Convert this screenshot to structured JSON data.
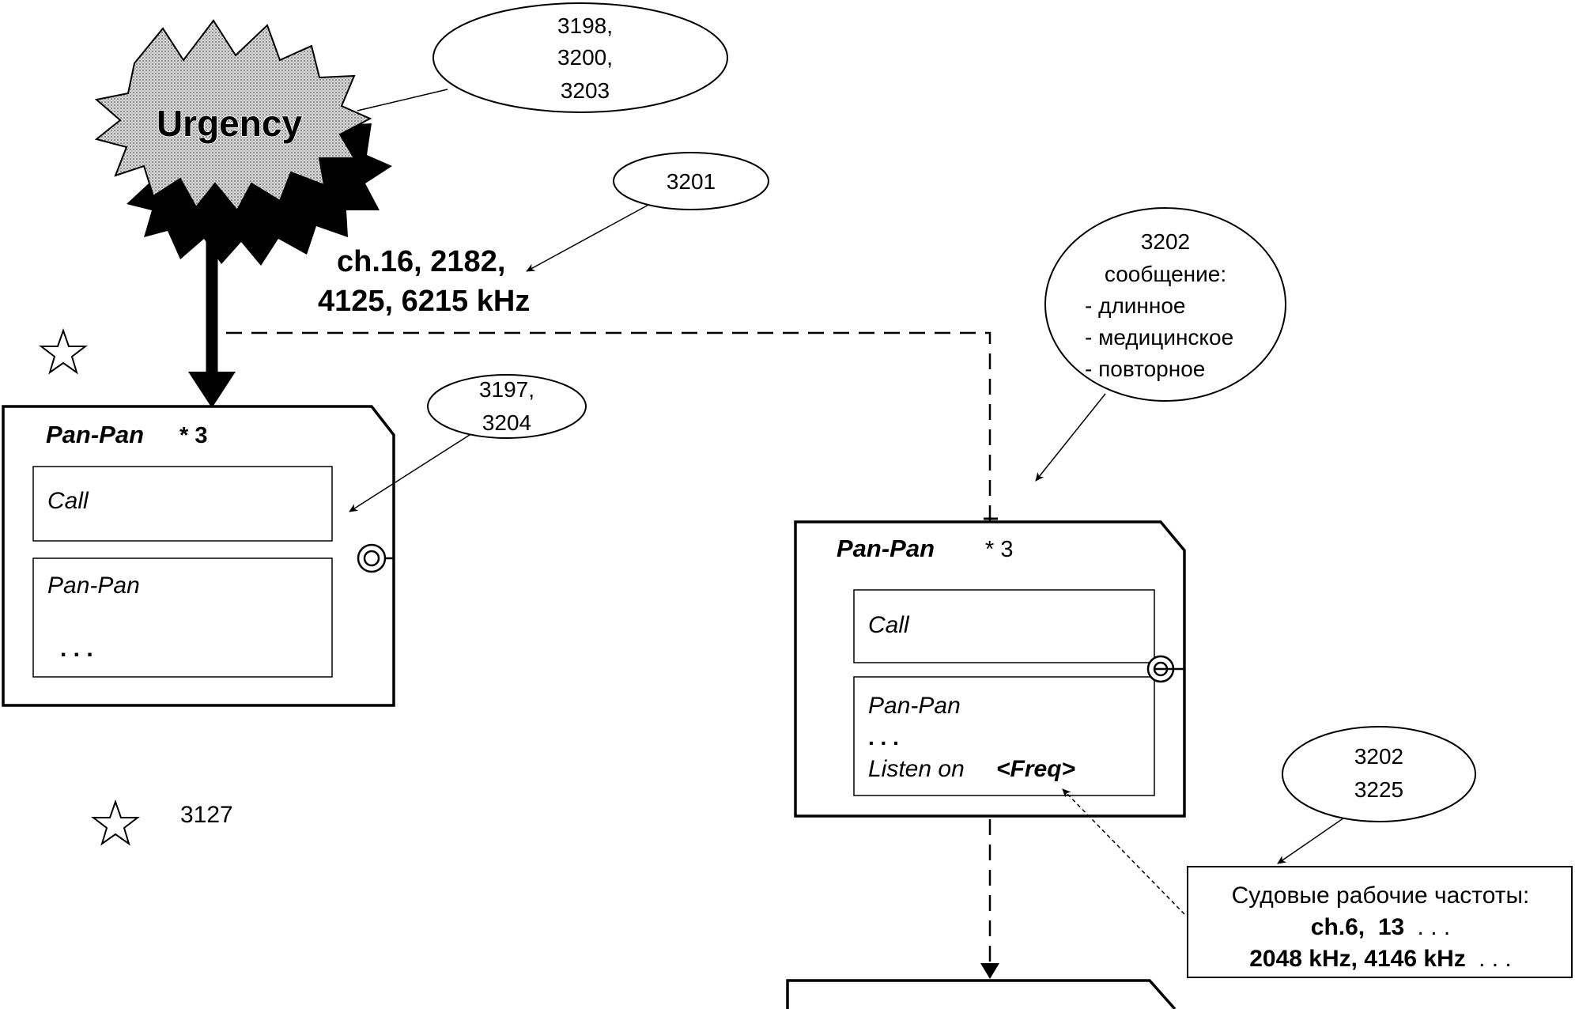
{
  "urgency": {
    "label": "Urgency"
  },
  "callouts": {
    "refs_urgency": [
      "3198,",
      "3200,",
      "3203"
    ],
    "ref_channels": "3201",
    "ref_message": {
      "number": "3202",
      "title": "сообщение:",
      "items": [
        "- длинное",
        "- медицинское",
        "- повторное"
      ]
    },
    "ref_card_left": [
      "3197,",
      "3204"
    ],
    "ref_freq": [
      "3202",
      "3225"
    ]
  },
  "channels": {
    "line1": "ch.16, 2182,",
    "line2": "4125, 6215 kHz"
  },
  "star_note": {
    "label": "3127"
  },
  "card_left": {
    "title": "Pan-Pan",
    "repeat": "* 3",
    "call_label": "Call",
    "body_title": "Pan-Pan",
    "ellipsis": ". . ."
  },
  "card_right": {
    "title": "Pan-Pan",
    "repeat": "* 3",
    "call_label": "Call",
    "body_title": "Pan-Pan",
    "ellipsis": ". . .",
    "listen_label": "Listen on",
    "freq_label": "<Freq>"
  },
  "ship_freqs": {
    "title": "Судовые рабочие частоты:",
    "channels": "ch.6,  13",
    "channels_more": ". . .",
    "khz": "2048 kHz, 4146 kHz",
    "khz_more": ". . ."
  }
}
